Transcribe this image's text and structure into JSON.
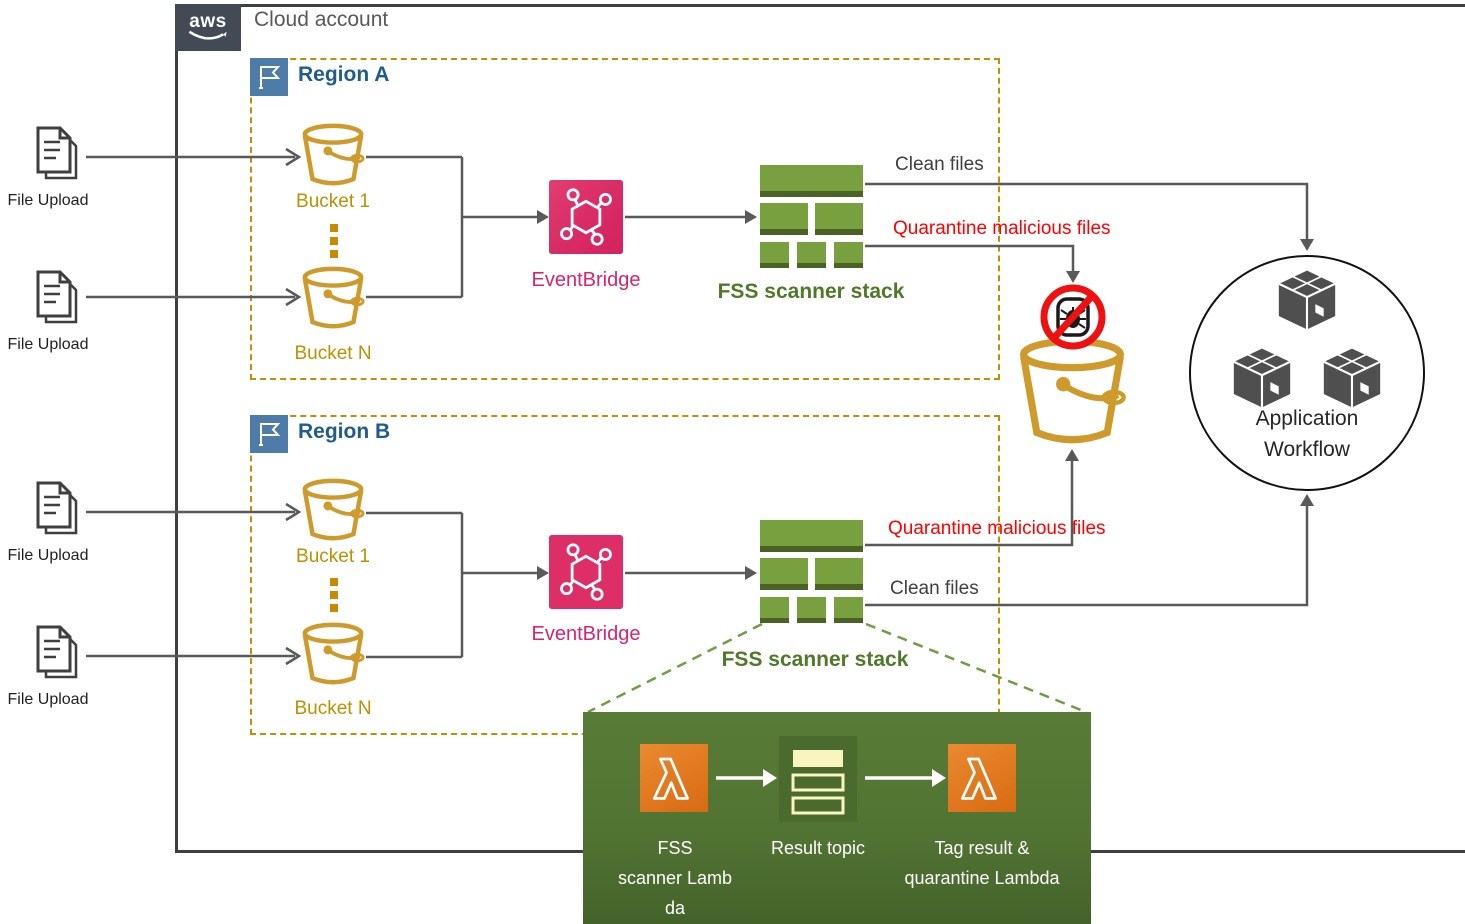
{
  "cloud_account": {
    "logo": "aws",
    "title": "Cloud account"
  },
  "regions": [
    {
      "label": "Region A",
      "bucket1": "Bucket 1",
      "bucketN": "Bucket N",
      "eventbridge": "EventBridge",
      "stack": "FSS scanner stack",
      "clean": "Clean files",
      "quarantine": "Quarantine malicious files"
    },
    {
      "label": "Region B",
      "bucket1": "Bucket 1",
      "bucketN": "Bucket N",
      "eventbridge": "EventBridge",
      "stack": "FSS scanner stack",
      "clean": "Clean files",
      "quarantine": "Quarantine malicious files"
    }
  ],
  "file_uploads": [
    "File Upload",
    "File Upload",
    "File Upload",
    "File Upload"
  ],
  "application_workflow": {
    "line1": "Application",
    "line2": "Workflow"
  },
  "detail_panel": {
    "lambda1_line1": "FSS",
    "lambda1_line2": "scanner  Lamb",
    "lambda1_line3": "da",
    "topic": "Result topic",
    "lambda2_line1": "Tag result &",
    "lambda2_line2": "quarantine Lambda"
  },
  "icons": {
    "aws-logo": "aws smile mark",
    "region-flag": "white flag on pole",
    "bucket": "orange bucket with handle",
    "file-upload": "stacked document pages",
    "eventbridge": "hexagon event mesh",
    "fss-stack": "green brick wall",
    "no-malware": "bug in crossed red circle",
    "quarantine-bucket": "large orange bucket",
    "workflow-package": "isometric box",
    "lambda": "orange lambda square",
    "result-topic": "list of message bars"
  },
  "colors": {
    "line_gray": "#595959",
    "border_dark": "#3f3f3f",
    "bucket_orange": "#ce9a2b",
    "region_border_gold": "#bf9000",
    "region_label_blue": "#1f5c8b",
    "flag_bg_blue": "#4e7ca8",
    "eventbridge_pink": "#d6246e",
    "stack_green": "#79a03f",
    "stack_green_dark": "#4a6223",
    "stack_label_green": "#4e7a28",
    "quarantine_red": "#fe0000",
    "no_symbol_red": "#ee1111",
    "lambda_orange": "#e0751f",
    "panel_green": "#527433",
    "topic_bar_cream": "#f8f5bf",
    "aws_logo_bg": "#414a55",
    "dashed_expand_green": "#6f9e43"
  }
}
